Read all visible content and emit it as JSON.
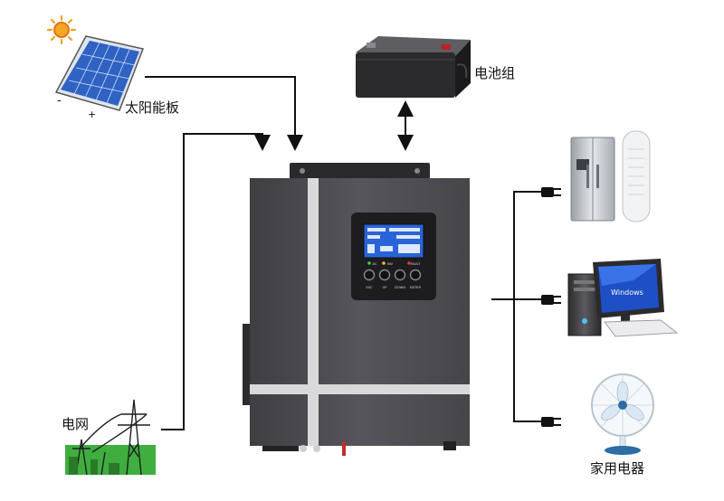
{
  "labels": {
    "solar_panel": "太阳能板",
    "battery": "电池组",
    "grid": "电网",
    "appliances": "家用电器"
  },
  "solar_signs": {
    "minus": "-",
    "plus": "+"
  },
  "inverter": {
    "buttons": [
      "ESC",
      "UP",
      "DOWN",
      "ENTER"
    ],
    "indicators": [
      "AC",
      "INV",
      "FAULT"
    ]
  },
  "monitor_screen": {
    "os_text": "Windows"
  },
  "colors": {
    "inverter_body": "#4a4a4f",
    "inverter_stripe": "#d9d9dc",
    "lcd_screen": "#2a63d8",
    "panel_cells": "#2f62c2",
    "grid_ground": "#3fae3f",
    "sun": "#f2a01c"
  }
}
